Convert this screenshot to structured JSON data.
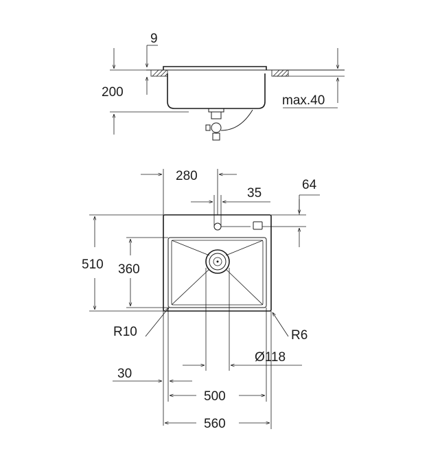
{
  "side_view": {
    "dim_top_thickness": "9",
    "dim_depth": "200",
    "dim_counter_max": "max.40"
  },
  "top_view": {
    "dim_tap_offset": "280",
    "dim_tap_hole": "35",
    "dim_tap_from_back": "64",
    "dim_overall_depth": "510",
    "dim_bowl_depth": "360",
    "dim_outer_radius": "R10",
    "dim_inner_radius": "R6",
    "dim_drain": "Ø118",
    "dim_rim": "30",
    "dim_bowl_width": "500",
    "dim_overall_width": "560"
  }
}
